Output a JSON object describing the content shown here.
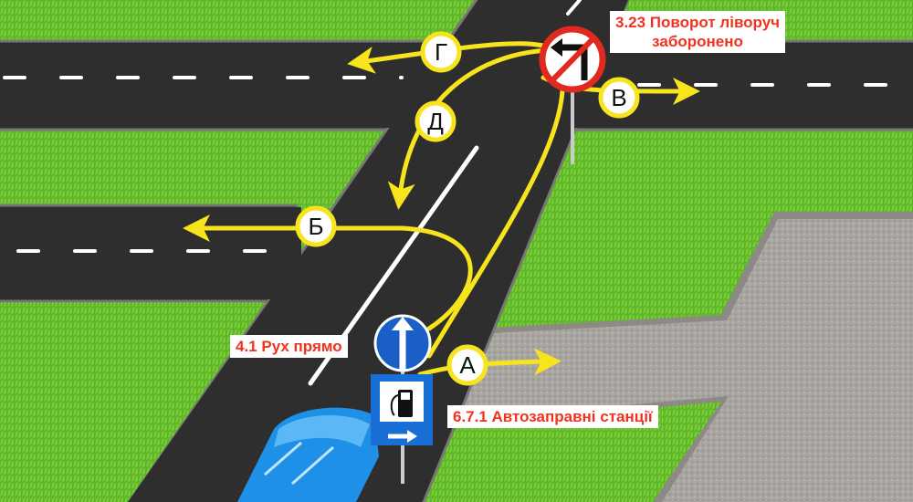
{
  "signs": {
    "no_left_turn": {
      "label": "3.23 Поворот ліворуч заборонено",
      "line1": "3.23 Поворот ліворуч",
      "line2": "заборонено"
    },
    "straight_only": {
      "label": "4.1 Рух прямо"
    },
    "fuel_station": {
      "label": "6.7.1 Автозаправні станції"
    }
  },
  "routes": [
    {
      "id": "A",
      "label": "А"
    },
    {
      "id": "B",
      "label": "Б"
    },
    {
      "id": "V",
      "label": "В"
    },
    {
      "id": "G",
      "label": "Г"
    },
    {
      "id": "D",
      "label": "Д"
    }
  ],
  "colors": {
    "grass": "#5fb82a",
    "asphalt": "#2e2e2e",
    "gravel": "#a9a6a2",
    "route": "#f7e41c",
    "label_text": "#f0321e",
    "sign_blue": "#1a6fd6",
    "car": "#1e90e8"
  }
}
